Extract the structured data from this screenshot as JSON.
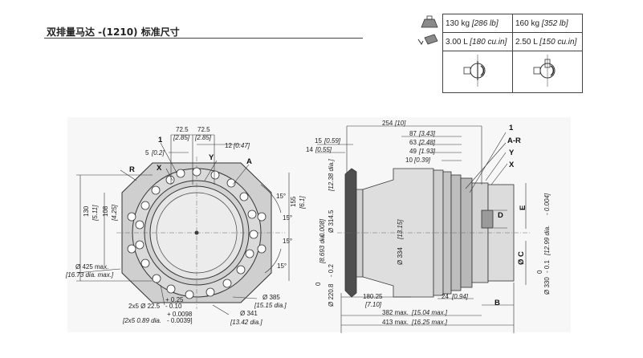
{
  "title": "双排量马达 -(1210) 标准尺寸",
  "spec_table": {
    "weight_icon": "weight-icon",
    "oil_icon": "oil-can-icon",
    "weight_a": "130 kg",
    "weight_a_imp": "[286 lb]",
    "weight_b": "160 kg",
    "weight_b_imp": "[352 lb]",
    "disp_a": "3.00 L",
    "disp_a_imp": "[180 cu.in]",
    "disp_b": "2.50 L",
    "disp_b_imp": "[150 cu.in]"
  },
  "front_view": {
    "labels": {
      "one": "1",
      "x": "X",
      "r": "R",
      "y": "Y",
      "a": "A"
    },
    "dims": {
      "d72a": "72.5",
      "d72a_in": "[2.85]",
      "d72b": "72.5",
      "d72b_in": "[2.85]",
      "d12": "12",
      "d12_in": "[0.47]",
      "d5": "5",
      "d5_in": "[0.2]",
      "d130": "130",
      "d130_in": "[5.11]",
      "d108": "108",
      "d108_in": "[4.25]",
      "d155": "155",
      "d155_in": "[6.1]",
      "a15a": "15°",
      "a15b": "15°",
      "a15c": "15°",
      "a15d": "15°",
      "d425": "Ø 425 max.",
      "d425_in": "[16.73 dia. max.]",
      "d385": "Ø 385",
      "d385_in": "[15.15 dia.]",
      "d341": "Ø 341",
      "d341_in": "[13.42 dia.]",
      "holes": "2x5 Ø 22.5",
      "holes_tol_up": "+ 0.25",
      "holes_tol_dn": "- 0.10",
      "holes_in": "[2x5 0.89 dia.",
      "holes_in_tol_up": "+ 0.0098",
      "holes_in_tol_dn": "- 0.0039]"
    }
  },
  "side_view": {
    "labels": {
      "one": "1",
      "ar": "A-R",
      "y": "Y",
      "x": "X",
      "e": "E",
      "d": "D",
      "c": "Ø C",
      "b": "B"
    },
    "dims": {
      "d254": "254",
      "d254_in": "[10]",
      "d87": "87",
      "d87_in": "[3.43]",
      "d63": "63",
      "d63_in": "[2.48]",
      "d49": "49",
      "d49_in": "[1.93]",
      "d10": "10",
      "d10_in": "[0.39]",
      "d15": "15",
      "d15_in": "[0.59]",
      "d14": "14",
      "d14_in": "[0.55]",
      "d314": "Ø 314.5",
      "d314_in": "[12.38 dia.]",
      "d220": "Ø 220.8",
      "d220_tol": "- 0.2",
      "d220_in": "[8.693 dia.",
      "d220_in_tol": "- 0.008]",
      "d334": "Ø 334",
      "d334_in": "[13.15]",
      "d330": "Ø 330",
      "d330_tol": "- 0.1",
      "d330_in": "[12.99 dia.",
      "d330_in_tol": "- 0.004]",
      "d180": "180.25",
      "d180_in": "[7.10]",
      "d24": "24",
      "d24_in": "[0.94]",
      "d382": "382 max.",
      "d382_in": "[15.04 max.]",
      "d413": "413 max.",
      "d413_in": "[16.25 max.]",
      "zero": "0"
    }
  }
}
